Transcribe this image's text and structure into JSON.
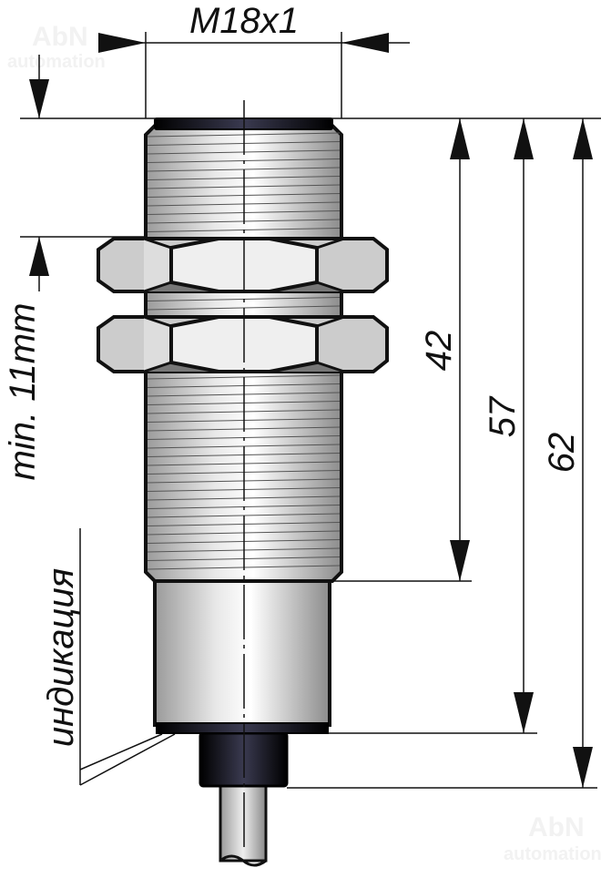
{
  "watermark": {
    "brand": "AbN",
    "sub": "automation"
  },
  "dimensions": {
    "thread": "M18x1",
    "min_clearance": "min. 11mm",
    "length_thread": "42",
    "length_body": "57",
    "length_total": "62"
  },
  "labels": {
    "indication": "индикация"
  },
  "colors": {
    "outline": "#111111",
    "nut_side": "#cccccc",
    "nut_face": "#efefef",
    "dark": "#1a1a1a"
  }
}
